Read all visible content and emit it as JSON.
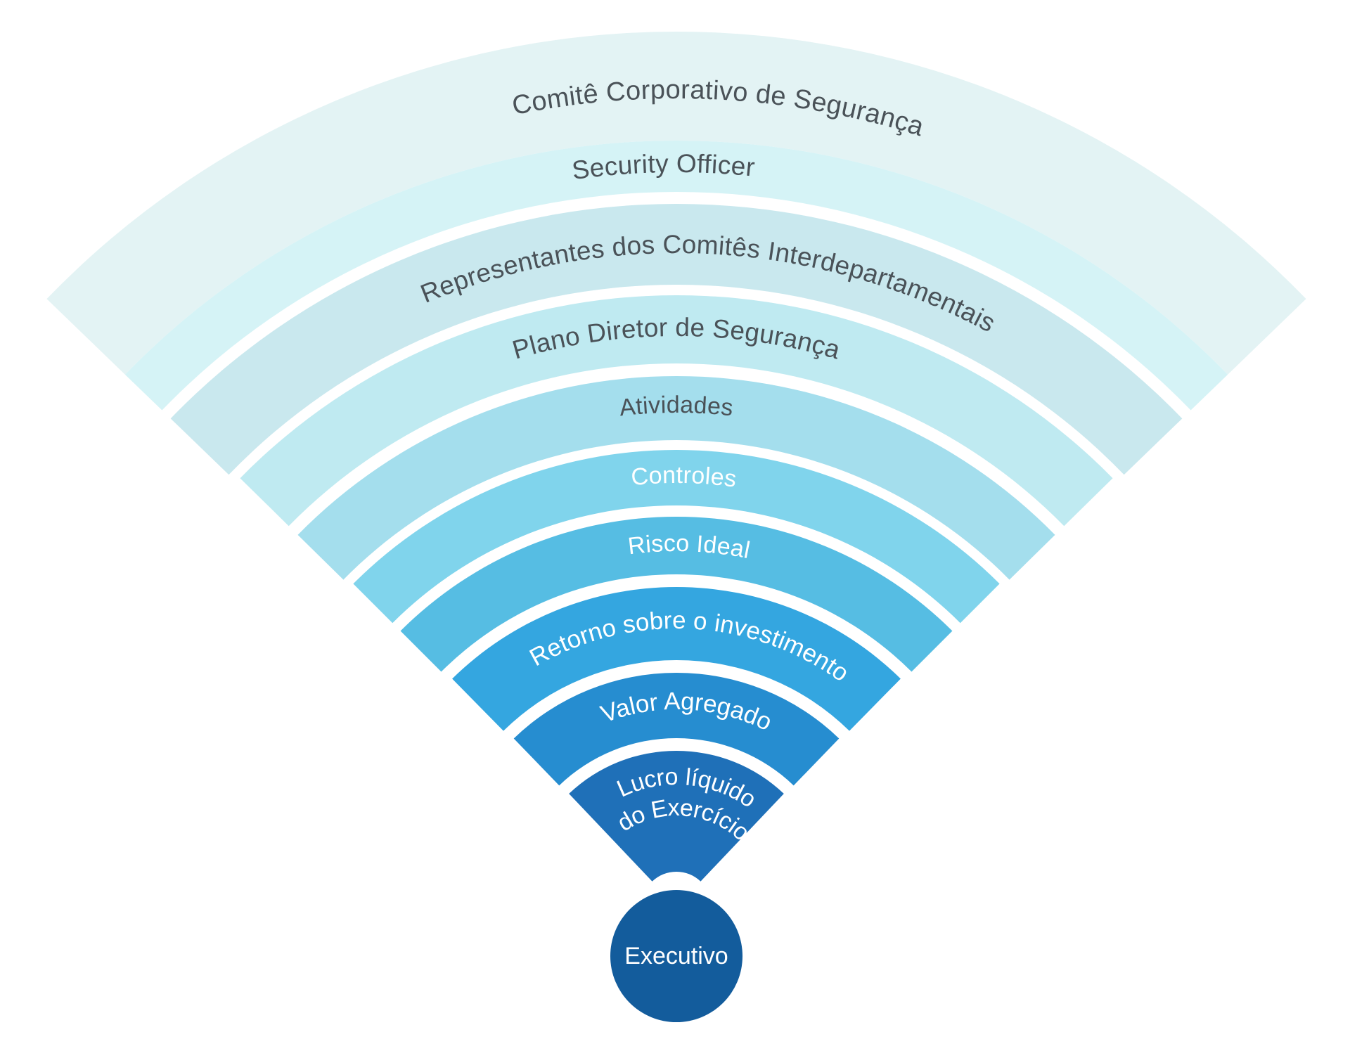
{
  "center": {
    "label": "Executivo",
    "color": "#135c9c",
    "text_color": "#ffffff"
  },
  "layers": [
    {
      "label": "Lucro líquido",
      "label_line2": "do Exercício",
      "color": "#1f70b8",
      "text_color": "#ffffff"
    },
    {
      "label": "Valor Agregado",
      "color": "#268dd0",
      "text_color": "#ffffff"
    },
    {
      "label": "Retorno sobre o investimento",
      "color": "#34a6e0",
      "text_color": "#ffffff"
    },
    {
      "label": "Risco Ideal",
      "color": "#56bde3",
      "text_color": "#ffffff"
    },
    {
      "label": "Controles",
      "color": "#80d4ec",
      "text_color": "#ffffff"
    },
    {
      "label": "Atividades",
      "color": "#a4deed",
      "text_color": "#4a5258"
    },
    {
      "label": "Plano Diretor de Segurança",
      "color": "#bfeaf1",
      "text_color": "#4a5258"
    },
    {
      "label": "Representantes dos Comitês Interdepartamentais",
      "color": "#c9e8ee",
      "text_color": "#4a5258"
    },
    {
      "label": "Security Officer",
      "color": "#d5f3f6",
      "text_color": "#4a5258"
    },
    {
      "label": "Comitê Corporativo de Segurança",
      "color": "#e3f3f4",
      "text_color": "#4a5258"
    }
  ]
}
